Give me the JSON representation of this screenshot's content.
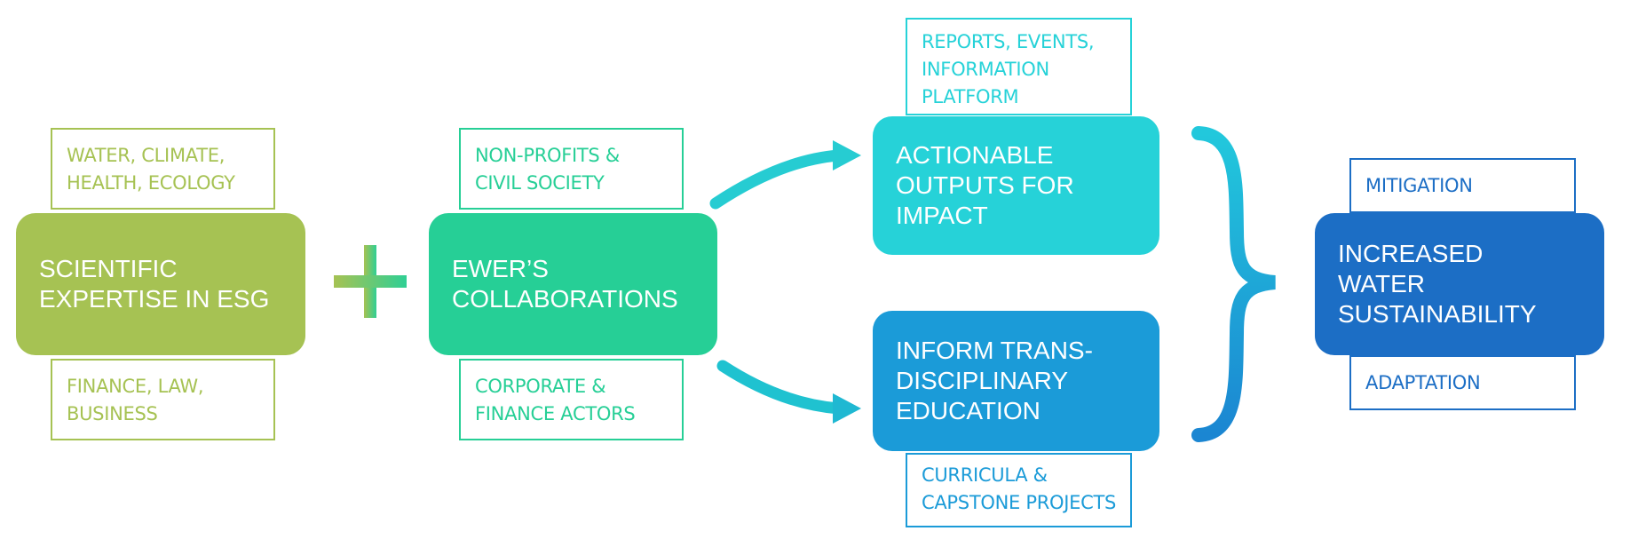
{
  "colors": {
    "green": "#a6c253",
    "teal": "#26cf96",
    "cyan": "#26d2d8",
    "blue": "#1b9bd8",
    "navy": "#1c6ec5"
  },
  "scientific": {
    "tag_top": "WATER, CLIMATE,\nHEALTH, ECOLOGY",
    "label": "SCIENTIFIC\nEXPERTISE IN ESG",
    "tag_bottom": "FINANCE, LAW,\nBUSINESS"
  },
  "collaborations": {
    "tag_top": "NON-PROFITS &\nCIVIL SOCIETY",
    "label": "EWER’S\nCOLLABORATIONS",
    "tag_bottom": "CORPORATE &\nFINANCE ACTORS"
  },
  "actionable": {
    "tag_top": "REPORTS, EVENTS,\nINFORMATION\nPLATFORM",
    "label": "ACTIONABLE\nOUTPUTS FOR\nIMPACT"
  },
  "education": {
    "label": "INFORM TRANS-\nDISCIPLINARY\nEDUCATION",
    "tag_bottom": "CURRICULA &\nCAPSTONE PROJECTS"
  },
  "sustainability": {
    "tag_top": "MITIGATION",
    "label": "INCREASED\nWATER\nSUSTAINABILITY",
    "tag_bottom": "ADAPTATION"
  }
}
